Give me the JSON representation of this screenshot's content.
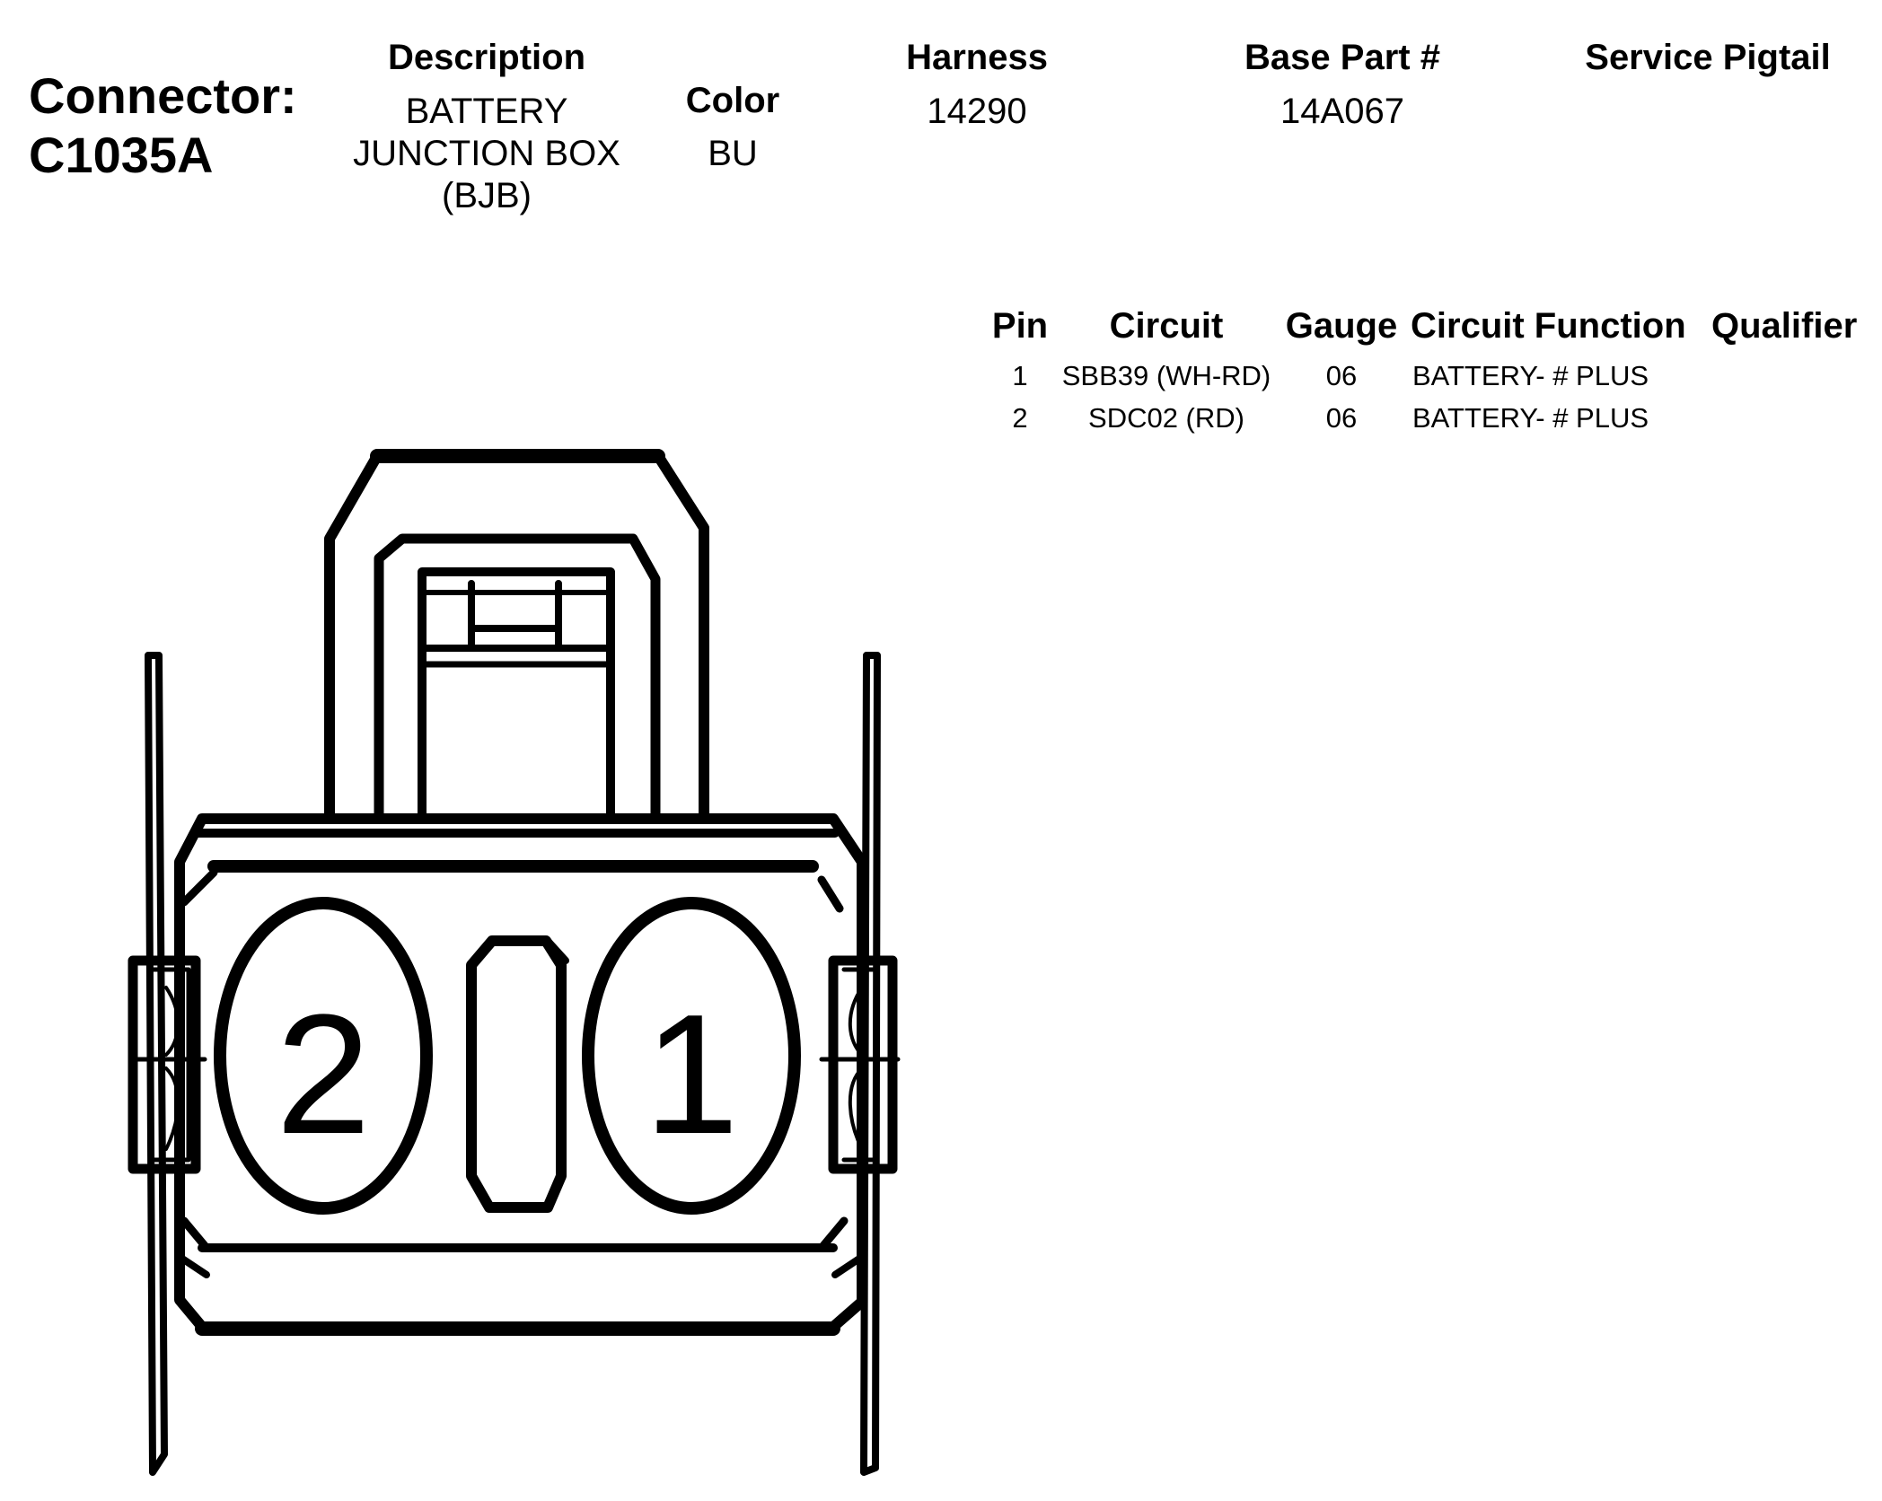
{
  "connector": {
    "label": "Connector:",
    "id": "C1035A"
  },
  "description": {
    "header": "Description",
    "lines": [
      "BATTERY",
      "JUNCTION BOX",
      "(BJB)"
    ]
  },
  "color": {
    "header": "Color",
    "value": "BU"
  },
  "harness": {
    "header": "Harness",
    "value": "14290"
  },
  "base_part": {
    "header": "Base Part #",
    "value": "14A067"
  },
  "service_pigtail": {
    "header": "Service Pigtail",
    "value": ""
  },
  "pin_table": {
    "headers": {
      "pin": "Pin",
      "circuit": "Circuit",
      "gauge": "Gauge",
      "function": "Circuit Function",
      "qualifier": "Qualifier"
    },
    "rows": [
      {
        "pin": "1",
        "circuit": "SBB39 (WH-RD)",
        "gauge": "06",
        "function": "BATTERY- # PLUS",
        "qualifier": ""
      },
      {
        "pin": "2",
        "circuit": "SDC02 (RD)",
        "gauge": "06",
        "function": "BATTERY- # PLUS",
        "qualifier": ""
      }
    ]
  },
  "connector_face": {
    "cavity_labels": [
      "2",
      "1"
    ]
  }
}
